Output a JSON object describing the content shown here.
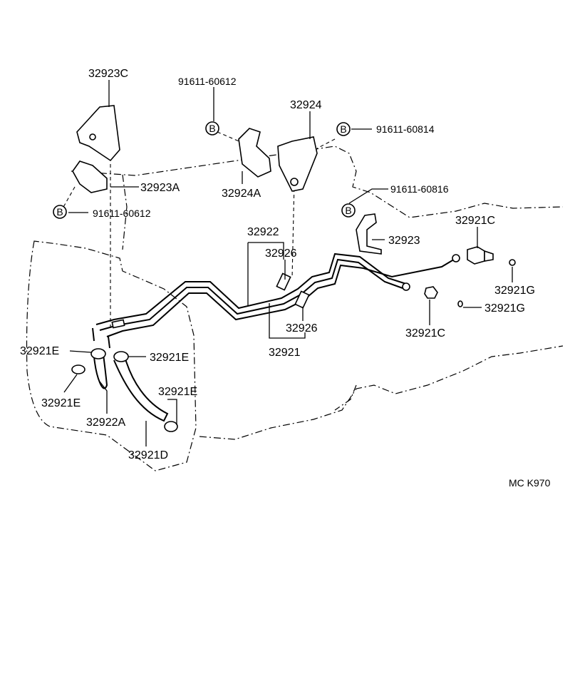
{
  "labels": {
    "p32923C": "32923C",
    "p91611_60612_top": "91611-60612",
    "p32924": "32924",
    "p91611_60814": "91611-60814",
    "p32923A": "32923A",
    "p32924A": "32924A",
    "p91611_60816": "91611-60816",
    "p91611_60612_left": "91611-60612",
    "p32922": "32922",
    "p32926_a": "32926",
    "p32923": "32923",
    "p32921C_a": "32921C",
    "p32921G_a": "32921G",
    "p32921G_b": "32921G",
    "p32921C_b": "32921C",
    "p32926_b": "32926",
    "p32921": "32921",
    "p32921E_a": "32921E",
    "p32921E_b": "32921E",
    "p32921E_c": "32921E",
    "p32921E_d": "32921E",
    "p32922A": "32922A",
    "p32921D": "32921D"
  },
  "bolt_marker": "B",
  "footer_code": "MC  K970"
}
